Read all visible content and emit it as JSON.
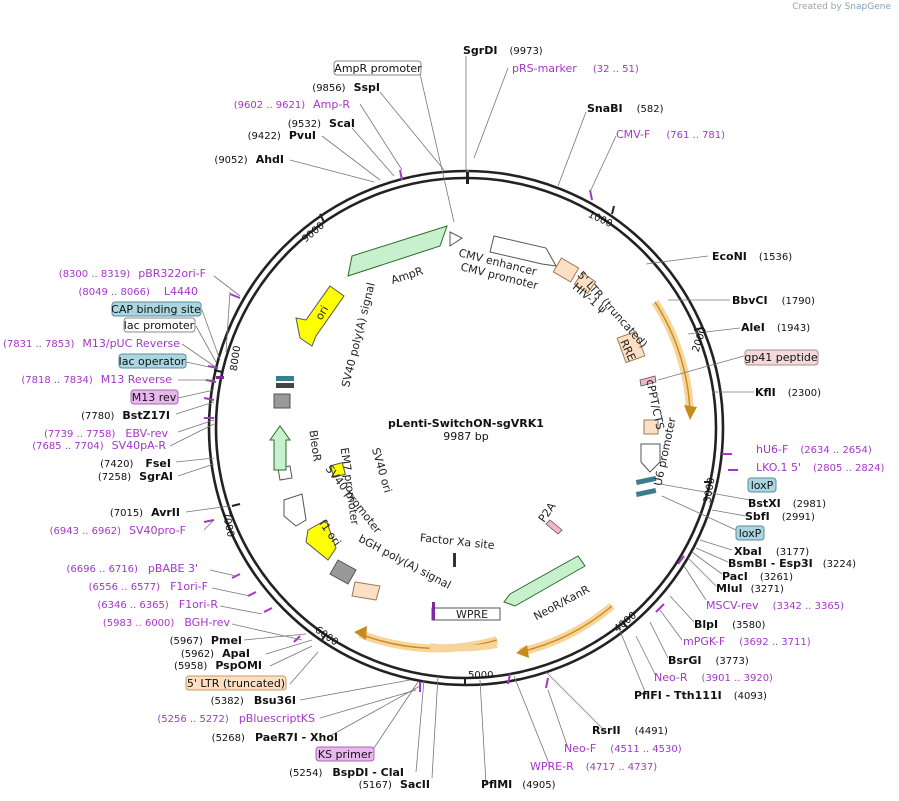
{
  "credit": {
    "prefix": "Created by",
    "brand": "SnapGene"
  },
  "plasmid": {
    "name": "pLenti-SwitchON-sgVRK1",
    "size_label": "9987 bp",
    "length": 9987
  },
  "scale_ticks": [
    "1000",
    "2000",
    "3000",
    "4000",
    "5000",
    "6000",
    "7000",
    "8000",
    "9000"
  ],
  "enzymes_right": [
    {
      "name": "SgrDI",
      "pos": "(9973)"
    },
    {
      "name": "SnaBI",
      "pos": "(582)"
    },
    {
      "name": "EcoNI",
      "pos": "(1536)"
    },
    {
      "name": "BbvCI",
      "pos": "(1790)"
    },
    {
      "name": "AleI",
      "pos": "(1943)"
    },
    {
      "name": "KflI",
      "pos": "(2300)"
    },
    {
      "name": "BstXI",
      "pos": "(2981)"
    },
    {
      "name": "SbfI",
      "pos": "(2991)"
    },
    {
      "name": "XbaI",
      "pos": "(3177)"
    },
    {
      "name": "BsmBI - Esp3I",
      "pos": "(3224)"
    },
    {
      "name": "PacI",
      "pos": "(3261)"
    },
    {
      "name": "MluI",
      "pos": "(3271)"
    },
    {
      "name": "BlpI",
      "pos": "(3580)"
    },
    {
      "name": "BsrGI",
      "pos": "(3773)"
    },
    {
      "name": "PflFI - Tth111I",
      "pos": "(4093)"
    },
    {
      "name": "RsrII",
      "pos": "(4491)"
    },
    {
      "name": "PflMI",
      "pos": "(4905)"
    }
  ],
  "enzymes_left": [
    {
      "name": "SspI",
      "pos": "(9856)"
    },
    {
      "name": "ScaI",
      "pos": "(9532)"
    },
    {
      "name": "PvuI",
      "pos": "(9422)"
    },
    {
      "name": "AhdI",
      "pos": "(9052)"
    },
    {
      "name": "BstZ17I",
      "pos": "(7780)"
    },
    {
      "name": "FseI",
      "pos": "(7420)"
    },
    {
      "name": "SgrAI",
      "pos": "(7258)"
    },
    {
      "name": "AvrII",
      "pos": "(7015)"
    },
    {
      "name": "PmeI",
      "pos": "(5967)"
    },
    {
      "name": "ApaI",
      "pos": "(5962)"
    },
    {
      "name": "PspOMI",
      "pos": "(5958)"
    },
    {
      "name": "Bsu36I",
      "pos": "(5382)"
    },
    {
      "name": "PaeR7I - XhoI",
      "pos": "(5268)"
    },
    {
      "name": "BspDI - ClaI",
      "pos": "(5254)"
    },
    {
      "name": "SacII",
      "pos": "(5167)"
    }
  ],
  "primers_right": [
    {
      "name": "pRS-marker",
      "pos": "(32 .. 51)"
    },
    {
      "name": "CMV-F",
      "pos": "(761 .. 781)"
    },
    {
      "name": "hU6-F",
      "pos": "(2634 .. 2654)"
    },
    {
      "name": "LKO.1 5'",
      "pos": "(2805 .. 2824)"
    },
    {
      "name": "MSCV-rev",
      "pos": "(3342 .. 3365)"
    },
    {
      "name": "mPGK-F",
      "pos": "(3692 .. 3711)"
    },
    {
      "name": "Neo-R",
      "pos": "(3901 .. 3920)"
    },
    {
      "name": "Neo-F",
      "pos": "(4511 .. 4530)"
    },
    {
      "name": "WPRE-R",
      "pos": "(4717 .. 4737)"
    }
  ],
  "primers_left": [
    {
      "name": "Amp-R",
      "pos": "(9602 .. 9621)"
    },
    {
      "name": "pBR322ori-F",
      "pos": "(8300 .. 8319)"
    },
    {
      "name": "L4440",
      "pos": "(8049 .. 8066)"
    },
    {
      "name": "M13/pUC Reverse",
      "pos": "(7831 .. 7853)"
    },
    {
      "name": "M13 Reverse",
      "pos": "(7818 .. 7834)"
    },
    {
      "name": "EBV-rev",
      "pos": "(7739 .. 7758)"
    },
    {
      "name": "SV40pA-R",
      "pos": "(7685 .. 7704)"
    },
    {
      "name": "SV40pro-F",
      "pos": "(6943 .. 6962)"
    },
    {
      "name": "pBABE 3'",
      "pos": "(6696 .. 6716)"
    },
    {
      "name": "F1ori-F",
      "pos": "(6556 .. 6577)"
    },
    {
      "name": "F1ori-R",
      "pos": "(6346 .. 6365)"
    },
    {
      "name": "BGH-rev",
      "pos": "(5983 .. 6000)"
    },
    {
      "name": "pBluescriptKS",
      "pos": "(5256 .. 5272)"
    }
  ],
  "boxed_labels": [
    {
      "text": "AmpR promoter",
      "fill": "#ffffff",
      "stroke": "#888888",
      "color": "#111111"
    },
    {
      "text": "gp41 peptide",
      "fill": "#f3d9d9",
      "stroke": "#b08a8a",
      "color": "#111111"
    },
    {
      "text": "loxP",
      "fill": "#a9d6e0",
      "stroke": "#5a8e9a",
      "color": "#111111"
    },
    {
      "text": "loxP",
      "fill": "#a9d6e0",
      "stroke": "#5a8e9a",
      "color": "#111111"
    },
    {
      "text": "CAP binding site",
      "fill": "#a9d6e0",
      "stroke": "#5a8e9a",
      "color": "#111111"
    },
    {
      "text": "lac promoter",
      "fill": "#ffffff",
      "stroke": "#888888",
      "color": "#111111"
    },
    {
      "text": "lac operator",
      "fill": "#a9d6e0",
      "stroke": "#5a8e9a",
      "color": "#111111"
    },
    {
      "text": "M13 rev",
      "fill": "#e8b7ee",
      "stroke": "#a46aae",
      "color": "#111111"
    },
    {
      "text": "5' LTR (truncated)",
      "fill": "#fde0c4",
      "stroke": "#c79a6c",
      "color": "#111111"
    },
    {
      "text": "KS primer",
      "fill": "#e8b7ee",
      "stroke": "#a46aae",
      "color": "#111111"
    }
  ],
  "features_inner": [
    {
      "text": "CMV enhancer"
    },
    {
      "text": "CMV promoter"
    },
    {
      "text": "HIV-1 ψ"
    },
    {
      "text": "5' LTR (truncated)"
    },
    {
      "text": "RRE"
    },
    {
      "text": "cPPT/CTS"
    },
    {
      "text": "U6 promoter"
    },
    {
      "text": "P2A"
    },
    {
      "text": "NeoR/KanR"
    },
    {
      "text": "WPRE"
    },
    {
      "text": "Factor Xa site"
    },
    {
      "text": "bGH poly(A) signal"
    },
    {
      "text": "f1 ori"
    },
    {
      "text": "SV40 promoter"
    },
    {
      "text": "EM7 promoter"
    },
    {
      "text": "BleoR"
    },
    {
      "text": "SV40 ori"
    },
    {
      "text": "SV40 poly(A) signal"
    },
    {
      "text": "ori"
    },
    {
      "text": "AmpR"
    }
  ],
  "colors": {
    "backbone": "#222222",
    "primer": "#a436c8",
    "ampr": "#c6f1cc",
    "ori": "#ffff00",
    "ltr": "#fde0c4",
    "orange_track": "#f7d59a",
    "loxp": "#3d7c8e",
    "neo": "#c6f1cc"
  }
}
